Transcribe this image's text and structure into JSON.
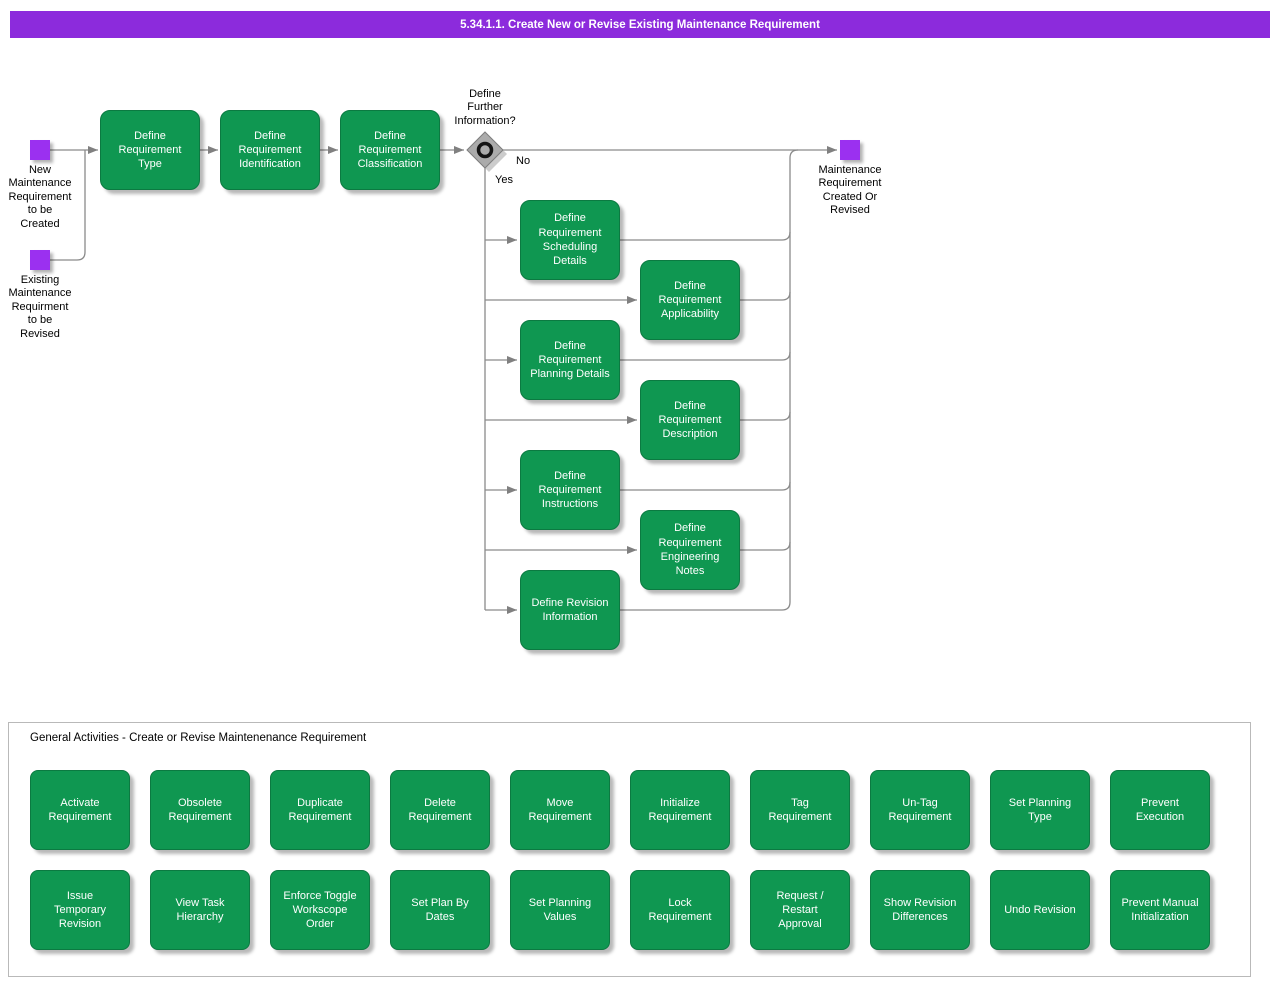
{
  "title_bar": {
    "text": "5.34.1.1. Create New or Revise Existing Maintenance Requirement"
  },
  "colors": {
    "process_green": "#0F9751",
    "title_purple": "#8C2BDC",
    "event_purple": "#9B30F0",
    "connector_gray": "#808080"
  },
  "flow": {
    "start_events": [
      {
        "label": "New\nMaintenance\nRequirement\nto be\nCreated"
      },
      {
        "label": "Existing\nMaintenance\nRequirment\nto be\nRevised"
      }
    ],
    "end_event": {
      "label": "Maintenance\nRequirement\nCreated Or\nRevised"
    },
    "gateway": {
      "question": "Define\nFurther\nInformation?",
      "no_label": "No",
      "yes_label": "Yes"
    },
    "steps": [
      {
        "label": "Define\nRequirement\nType"
      },
      {
        "label": "Define\nRequirement\nIdentification"
      },
      {
        "label": "Define\nRequirement\nClassification"
      }
    ],
    "branches": [
      {
        "label": "Define\nRequirement\nScheduling\nDetails"
      },
      {
        "label": "Define\nRequirement\nApplicability"
      },
      {
        "label": "Define\nRequirement\nPlanning Details"
      },
      {
        "label": "Define\nRequirement\nDescription"
      },
      {
        "label": "Define\nRequirement\nInstructions"
      },
      {
        "label": "Define\nRequirement\nEngineering\nNotes"
      },
      {
        "label": "Define Revision\nInformation"
      }
    ]
  },
  "general_activities": {
    "title": "General Activities - Create or Revise Maintenenance Requirement",
    "row1": [
      "Activate\nRequirement",
      "Obsolete\nRequirement",
      "Duplicate\nRequirement",
      "Delete\nRequirement",
      "Move\nRequirement",
      "Initialize\nRequirement",
      "Tag\nRequirement",
      "Un-Tag\nRequirement",
      "Set Planning\nType",
      "Prevent\nExecution"
    ],
    "row2": [
      "Issue\nTemporary\nRevision",
      "View Task\nHierarchy",
      "Enforce Toggle\nWorkscope\nOrder",
      "Set Plan By\nDates",
      "Set Planning\nValues",
      "Lock\nRequirement",
      "Request /\nRestart\nApproval",
      "Show Revision\nDifferences",
      "Undo Revision",
      "Prevent Manual\nInitialization"
    ]
  }
}
